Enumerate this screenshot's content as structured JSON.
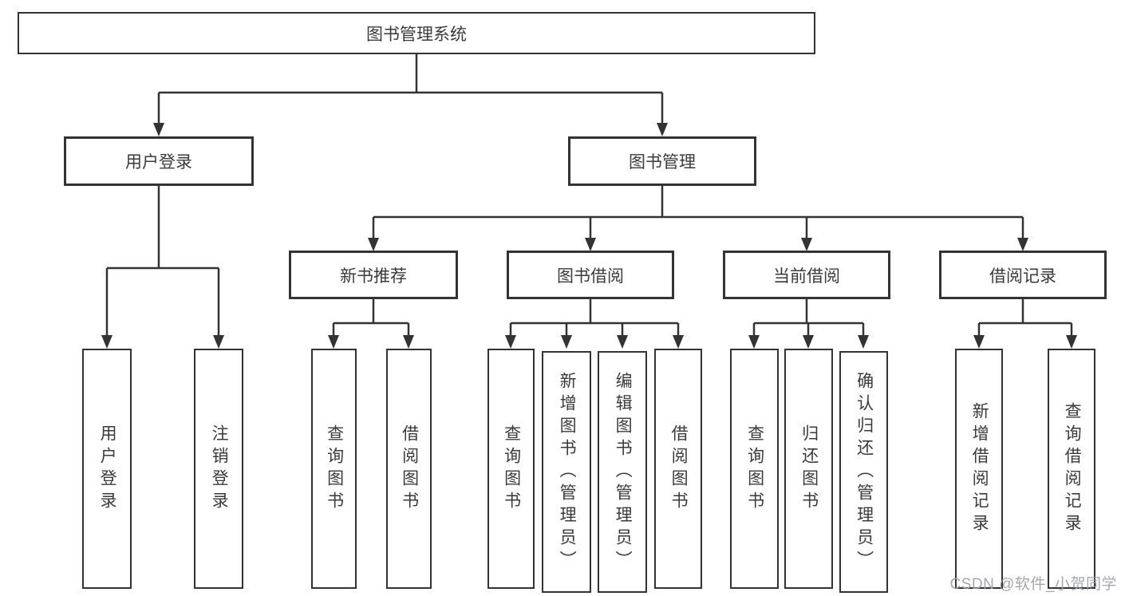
{
  "diagram": {
    "root": {
      "label": "图书管理系统"
    },
    "level2": [
      {
        "label": "用户登录"
      },
      {
        "label": "图书管理"
      }
    ],
    "level3": [
      {
        "label": "新书推荐"
      },
      {
        "label": "图书借阅"
      },
      {
        "label": "当前借阅"
      },
      {
        "label": "借阅记录"
      }
    ],
    "leaves": [
      {
        "label": "用户登录"
      },
      {
        "label": "注销登录"
      },
      {
        "label": "查询图书"
      },
      {
        "label": "借阅图书"
      },
      {
        "label": "查询图书"
      },
      {
        "label": "新增图书（管理员）"
      },
      {
        "label": "编辑图书（管理员）"
      },
      {
        "label": "借阅图书"
      },
      {
        "label": "查询图书"
      },
      {
        "label": "归还图书"
      },
      {
        "label": "确认归还（管理员）"
      },
      {
        "label": "新增借阅记录"
      },
      {
        "label": "查询借阅记录"
      }
    ]
  },
  "watermark": {
    "text": "CSDN @软件_小贺同学"
  },
  "colors": {
    "line": "#333333",
    "box_border": "#333333",
    "text": "#3a3a3a",
    "watermark": "#9fa0a8",
    "background": "#ffffff"
  }
}
